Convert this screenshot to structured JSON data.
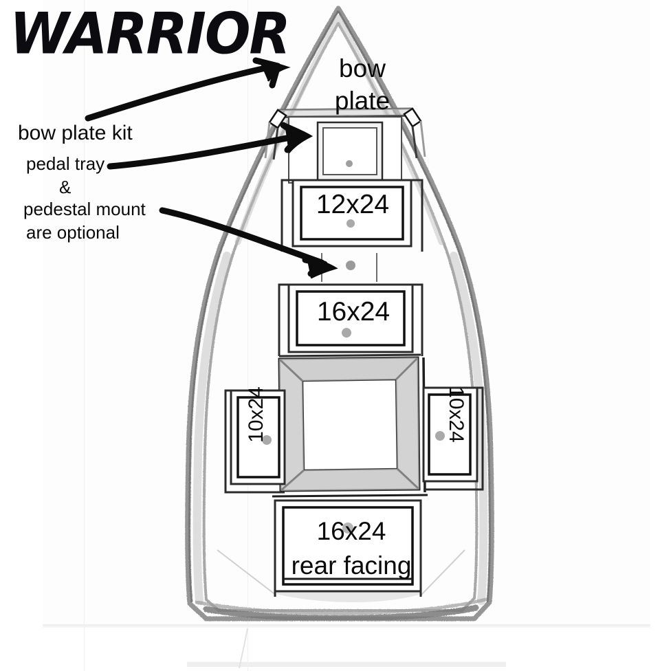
{
  "brand": {
    "logo_text": "WARRIOR"
  },
  "annotations": [
    {
      "id": "bow-plate-kit",
      "text": "bow plate kit",
      "note": "callout to bow plate"
    },
    {
      "id": "pedal-tray",
      "text": "pedal tray",
      "note": "callout to pedal tray"
    },
    {
      "id": "ampersand",
      "text": "&",
      "note": "joins optional items"
    },
    {
      "id": "pedestal-mount",
      "text": "pedestal mount",
      "note": "callout to pedestal mount"
    },
    {
      "id": "are-optional",
      "text": "are optional",
      "note": "qualifier"
    }
  ],
  "diagram": {
    "title": "boat deck layout",
    "bow_plate_label_line1": "bow",
    "bow_plate_label_line2": "plate",
    "seats": [
      {
        "id": "pedal-tray-box",
        "label": "",
        "has_mount_dot": true
      },
      {
        "id": "seat-12x24",
        "label": "12x24",
        "has_mount_dot": true
      },
      {
        "id": "pedestal-mount-dot",
        "label": "",
        "has_mount_dot": true
      },
      {
        "id": "seat-16x24",
        "label": "16x24",
        "has_mount_dot": true
      },
      {
        "id": "seat-10x24-left",
        "label": "10x24",
        "has_mount_dot": true
      },
      {
        "id": "seat-10x24-right",
        "label": "10x24",
        "has_mount_dot": true
      },
      {
        "id": "seat-16x24-rear",
        "label_line1": "16x24",
        "label_line2": "rear facing",
        "has_mount_dot": true
      }
    ],
    "seat_labels": {
      "s12x24": "12x24",
      "s16x24": "16x24",
      "s10x24_left": "10x24",
      "s10x24_right": "10x24",
      "rear_line1": "16x24",
      "rear_line2": "rear facing"
    }
  },
  "colors": {
    "ink": "#0a0a0a",
    "pencil": "#8c8c8c",
    "pencil_light": "#bdbdbd",
    "paper": "#fdfdfd",
    "mount_dot": "#9a9a9a"
  }
}
